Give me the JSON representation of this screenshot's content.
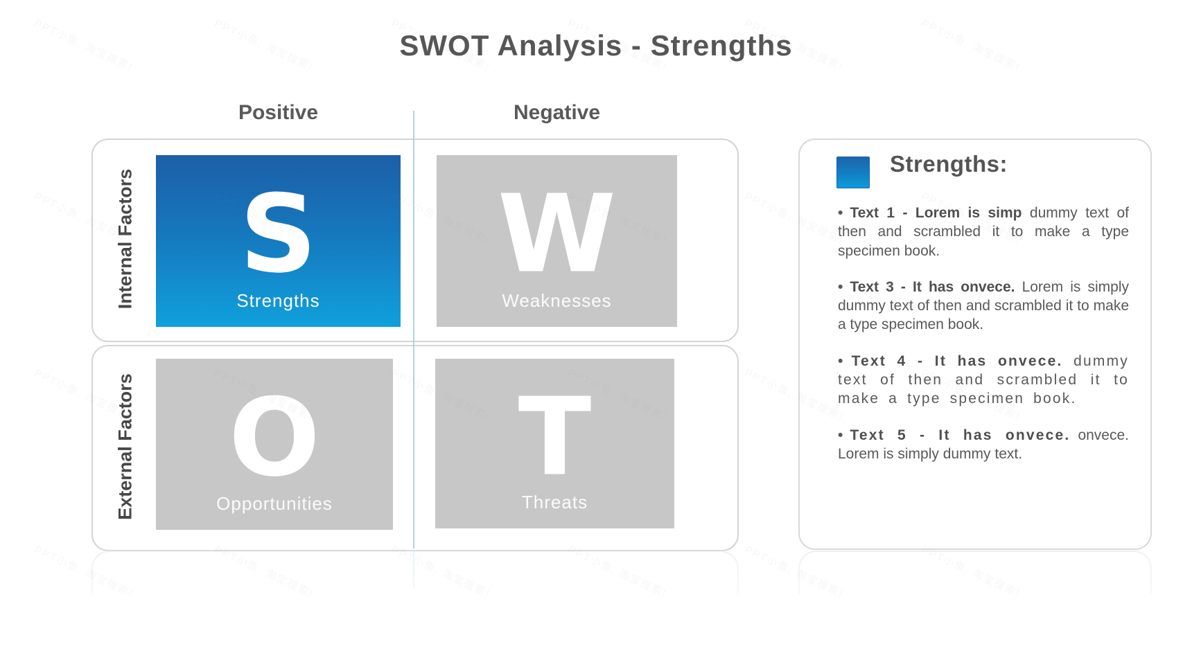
{
  "title": "SWOT Analysis - Strengths",
  "columns": {
    "positive": "Positive",
    "negative": "Negative"
  },
  "rows": {
    "internal": "Internal Factors",
    "external": "External Factors"
  },
  "quadrants": [
    {
      "letter": "S",
      "label": "Strengths",
      "highlighted": true
    },
    {
      "letter": "W",
      "label": "Weaknesses",
      "highlighted": false
    },
    {
      "letter": "O",
      "label": "Opportunities",
      "highlighted": false
    },
    {
      "letter": "T",
      "label": "Threats",
      "highlighted": false
    }
  ],
  "panel": {
    "heading": "Strengths:",
    "bullet_char": "•",
    "bullets": [
      {
        "bold": "Text 1 - Lorem is simp",
        "rest": " dummy text of then and scrambled it to make a type specimen book."
      },
      {
        "bold": "Text 3 -  It has onvece.",
        "rest": " Lorem is simply dummy text of then and scrambled it to make a type specimen book."
      },
      {
        "bold": "Text 4 -  It has onvece.",
        "rest": " dummy text of then and scrambled it to make a type specimen book."
      },
      {
        "bold": "Text 5 -  It has onvece.",
        "rest": " onvece. Lorem is simply dummy text."
      }
    ]
  },
  "icons": {
    "legend_swatch": "blue-gradient-square"
  },
  "colors": {
    "accent_top": "#1c5fa7",
    "accent_bottom": "#10a0dc",
    "gray_tile": "#c7c7c7",
    "heading_gray": "#565656",
    "body_gray": "#58595b",
    "divider_blue": "#aed2e6",
    "border_gray": "#d4d4d4"
  },
  "watermark": {
    "text": "PPT小鱼, 淘宝搜索!"
  }
}
